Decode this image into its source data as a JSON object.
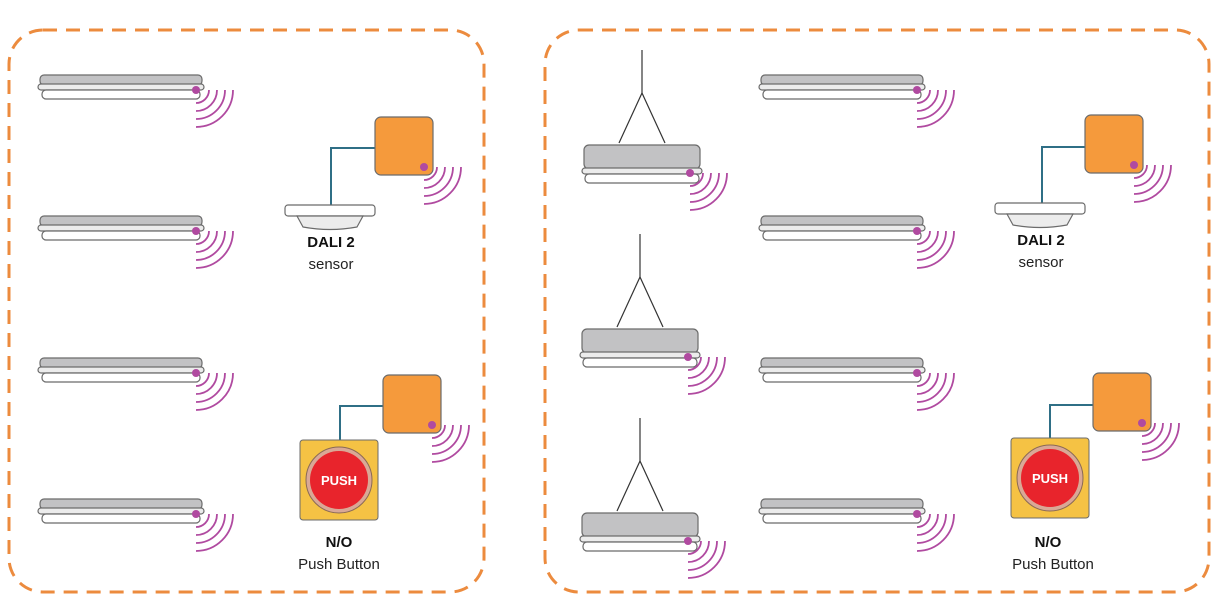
{
  "colors": {
    "zone_border": "#ec8b3e",
    "module_fill": "#f59a3c",
    "wire": "#2f6f86",
    "wireless": "#b04aa0",
    "fixture": "#c2c2c4",
    "push_plate": "#f5c244",
    "push_button": "#e8242c"
  },
  "icons": [
    "linear-luminaire-icon",
    "pendant-luminaire-icon",
    "wireless-module-icon",
    "wireless-signal-icon",
    "sensor-icon",
    "push-button-icon"
  ],
  "zones": [
    {
      "sensor": {
        "title": "DALI 2",
        "subtitle": "sensor"
      },
      "push_button": {
        "button_text": "PUSH",
        "title": "N/O",
        "subtitle": "Push Button"
      }
    },
    {
      "sensor": {
        "title": "DALI 2",
        "subtitle": "sensor"
      },
      "push_button": {
        "button_text": "PUSH",
        "title": "N/O",
        "subtitle": "Push Button"
      }
    }
  ]
}
